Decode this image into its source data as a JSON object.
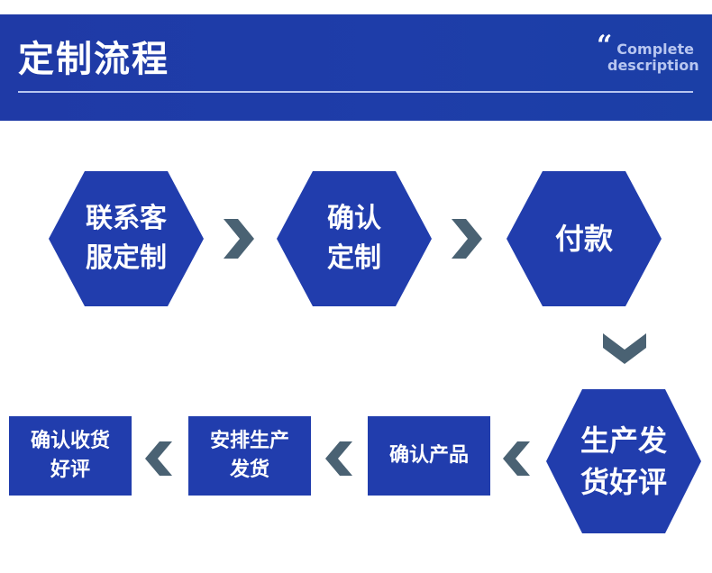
{
  "header": {
    "title": "定制流程",
    "quote": "“",
    "description": "Complete\ndescription"
  },
  "colors": {
    "header_bg": "#1f3aa6",
    "shape_fill": "#213dad",
    "arrow": "#4a6273",
    "line": "#b8c6f0"
  },
  "steps": [
    {
      "label": "联系客\n服定制"
    },
    {
      "label": "确认\n定制"
    },
    {
      "label": "付款"
    },
    {
      "label": "生产发\n货好评"
    },
    {
      "label": "确认产品"
    },
    {
      "label": "安排生产\n发货"
    },
    {
      "label": "确认收货\n好评"
    }
  ],
  "arrows": [
    {
      "icon": "chevron-right-icon"
    },
    {
      "icon": "chevron-right-icon"
    },
    {
      "icon": "chevron-down-icon"
    },
    {
      "icon": "chevron-left-icon"
    },
    {
      "icon": "chevron-left-icon"
    },
    {
      "icon": "chevron-left-icon"
    }
  ]
}
